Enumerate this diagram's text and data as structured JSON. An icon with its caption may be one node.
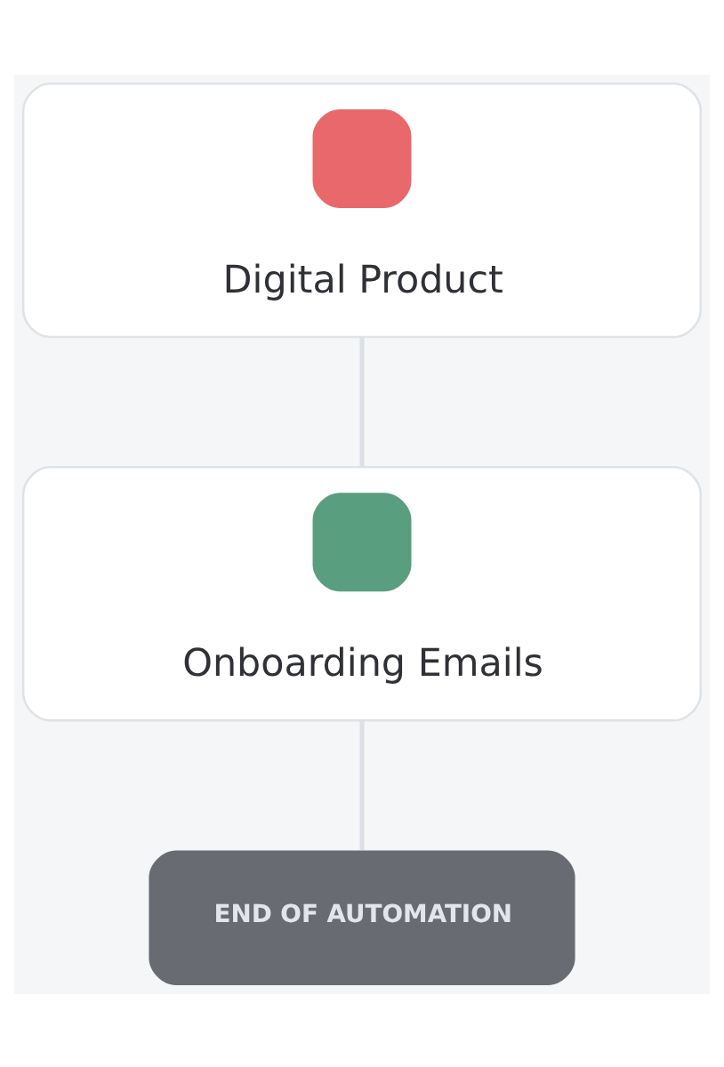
{
  "diagram": {
    "nodes": [
      {
        "text": [
          "Digital Product"
        ]
      },
      {
        "text": [
          "Onboarding Emails"
        ]
      },
      {
        "text": [
          "END OF AUTOMATION"
        ]
      }
    ],
    "edges": [
      {
        "from": 0,
        "to": 1,
        "arrow": "none"
      },
      {
        "from": 1,
        "to": 2,
        "arrow": "none"
      }
    ]
  }
}
